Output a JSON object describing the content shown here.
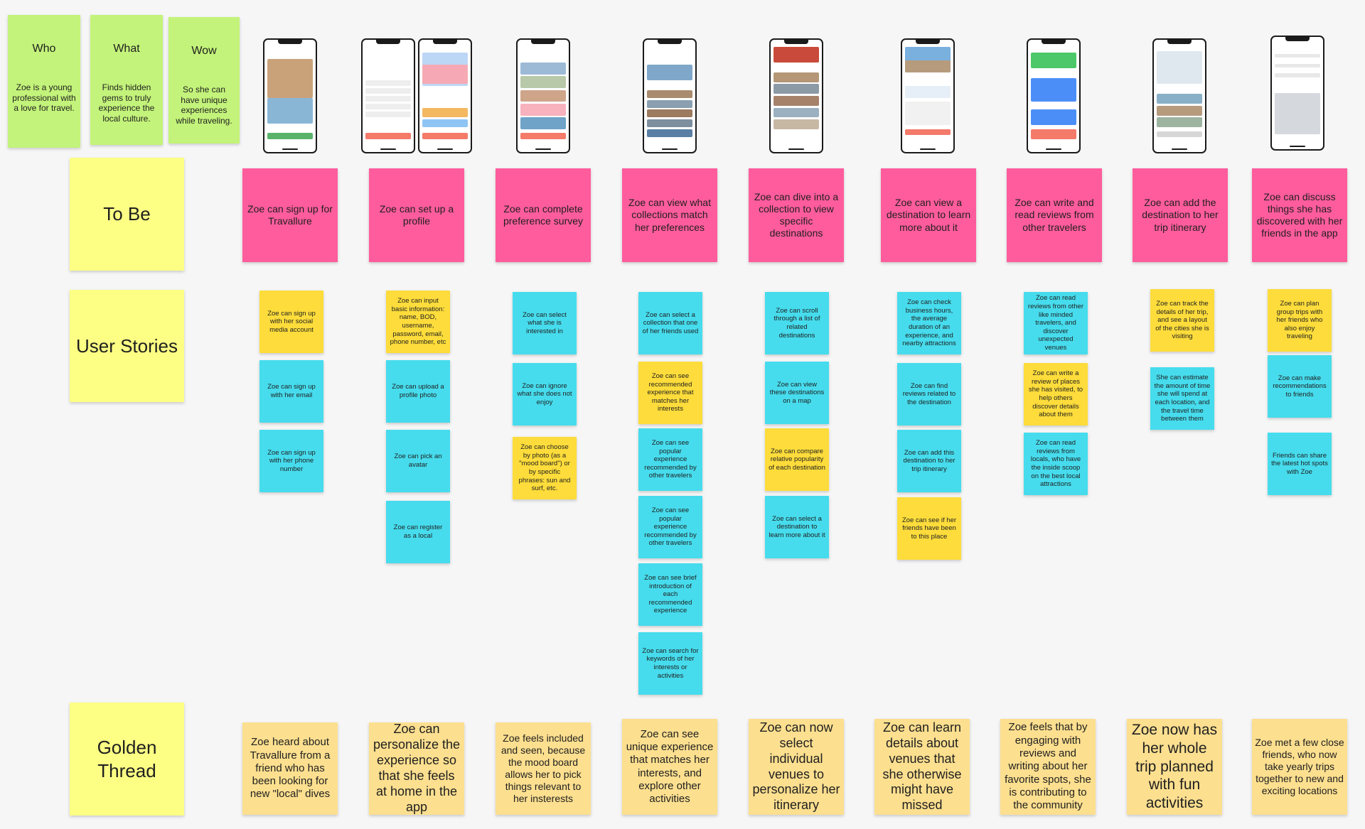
{
  "header": {
    "who": {
      "title": "Who",
      "body": "Zoe is a young professional with a love for travel."
    },
    "what": {
      "title": "What",
      "body": "Finds hidden gems to truly experience the local culture."
    },
    "wow": {
      "title": "Wow",
      "body": "So she can have unique experiences while traveling."
    }
  },
  "row_labels": {
    "to_be": "To Be",
    "user_stories": "User Stories",
    "golden_thread": "Golden Thread"
  },
  "colors": {
    "header_note": "#c3f37a",
    "row_label_note": "#fcff84",
    "to_be_note": "#ff5c9d",
    "story_yellow": "#fddc3b",
    "story_cyan": "#46dced",
    "golden_note": "#fcdf8f"
  },
  "columns": [
    {
      "to_be": "Zoe can sign up for Travallure",
      "stories": [
        {
          "text": "Zoe can sign up with her social media account",
          "color": "yellow"
        },
        {
          "text": "Zoe can sign up with her email",
          "color": "cyan"
        },
        {
          "text": "Zoe can sign up with her phone number",
          "color": "cyan"
        }
      ],
      "golden": "Zoe heard about Travallure from a friend who has been looking for new \"local\" dives"
    },
    {
      "to_be": "Zoe can set up a profile",
      "stories": [
        {
          "text": "Zoe can input basic information: name, BOD, username, password, email, phone number, etc",
          "color": "yellow"
        },
        {
          "text": "Zoe can upload a profile photo",
          "color": "cyan"
        },
        {
          "text": "Zoe can pick an avatar",
          "color": "cyan"
        },
        {
          "text": "Zoe can register as a local",
          "color": "cyan"
        }
      ],
      "golden": "Zoe can personalize the experience so that she feels at home in the app"
    },
    {
      "to_be": "Zoe can complete preference survey",
      "stories": [
        {
          "text": "Zoe can select what she is interested in",
          "color": "cyan"
        },
        {
          "text": "Zoe can ignore what she does not enjoy",
          "color": "cyan"
        },
        {
          "text": "Zoe can choose by photo (as a \"mood board\") or by specific phrases: sun and surf, etc.",
          "color": "yellow"
        }
      ],
      "golden": "Zoe feels included and seen, because the mood board allows her to pick things relevant to her insterests"
    },
    {
      "to_be": "Zoe can view what collections match her preferences",
      "stories": [
        {
          "text": "Zoe can select a collection that one of her friends used",
          "color": "cyan"
        },
        {
          "text": "Zoe can see recommended experience that matches her interests",
          "color": "yellow"
        },
        {
          "text": "Zoe can see popular experience recommended by other travelers",
          "color": "cyan"
        },
        {
          "text": "Zoe can see popular experience recommended by other travelers",
          "color": "cyan"
        },
        {
          "text": "Zoe can see brief introduction of each recommended experience",
          "color": "cyan"
        },
        {
          "text": "Zoe can search for keywords of her interests or activities",
          "color": "cyan"
        }
      ],
      "golden": "Zoe can see unique experience that matches her interests, and explore other activities"
    },
    {
      "to_be": "Zoe can dive into a collection to view specific destinations",
      "stories": [
        {
          "text": "Zoe can scroll through a list of related destinations",
          "color": "cyan"
        },
        {
          "text": "Zoe can view these destinations on a map",
          "color": "cyan"
        },
        {
          "text": "Zoe can compare relative popularity of each destination",
          "color": "yellow"
        },
        {
          "text": "Zoe can select a destination to learn more about it",
          "color": "cyan"
        }
      ],
      "golden": "Zoe can now select individual venues to personalize her itinerary"
    },
    {
      "to_be": "Zoe can view a destination to learn more about it",
      "stories": [
        {
          "text": "Zoe can check business hours, the average duration of an experience, and nearby attractions",
          "color": "cyan"
        },
        {
          "text": "Zoe can find reviews related to the destination",
          "color": "cyan"
        },
        {
          "text": "Zoe can add this destination to her trip itinerary",
          "color": "cyan"
        },
        {
          "text": "Zoe can see if her friends have been to this place",
          "color": "yellow"
        }
      ],
      "golden": "Zoe can learn details about venues that she otherwise might have missed"
    },
    {
      "to_be": "Zoe can write and read reviews from other travelers",
      "stories": [
        {
          "text": "Zoe can read reviews from other like minded travelers, and discover unexpected venues",
          "color": "cyan"
        },
        {
          "text": "Zoe can write a review of places she has visited, to help others discover details about them",
          "color": "yellow"
        },
        {
          "text": "Zoe can read reviews from locals, who have the inside scoop on the best local attractions",
          "color": "cyan"
        }
      ],
      "golden": "Zoe feels that by engaging with reviews and writing about her favorite spots, she is contributing to the community"
    },
    {
      "to_be": "Zoe can add the destination to her trip itinerary",
      "stories": [
        {
          "text": "Zoe can track the details of her trip, and see a layout of the cities she is visiting",
          "color": "yellow"
        },
        {
          "text": "She can estimate the amount of time she will spend at each location, and the travel time between them",
          "color": "cyan"
        }
      ],
      "golden": "Zoe now has her whole trip planned with fun activities"
    },
    {
      "to_be": "Zoe can discuss things she has discovered with her friends in the app",
      "stories": [
        {
          "text": "Zoe can plan group trips with her friends who also enjoy traveling",
          "color": "yellow"
        },
        {
          "text": "Zoe can make recommendations to friends",
          "color": "cyan"
        },
        {
          "text": "Friends can share the latest hot spots with Zoe",
          "color": "cyan"
        }
      ],
      "golden": "Zoe met a few close friends, who now take yearly trips together to new and exciting locations"
    }
  ],
  "phones": [
    {
      "name": "phone-sign-up",
      "blocks": [
        [
          "#c9a27a",
          12,
          52
        ],
        [
          "#8ab6d6",
          52,
          78
        ],
        [
          "#ffffff",
          78,
          86
        ],
        [
          "#5ab36a",
          88,
          94
        ]
      ]
    },
    {
      "name": "phone-who-are-you",
      "blocks": [
        [
          "#ffffff",
          10,
          30
        ],
        [
          "#eeeeee",
          34,
          40
        ],
        [
          "#eeeeee",
          42,
          48
        ],
        [
          "#eeeeee",
          50,
          56
        ],
        [
          "#eeeeee",
          58,
          64
        ],
        [
          "#eeeeee",
          66,
          72
        ],
        [
          "#f47a6a",
          88,
          94
        ]
      ]
    },
    {
      "name": "phone-profile-picture",
      "blocks": [
        [
          "#bcd6f5",
          6,
          40
        ],
        [
          "#f6a9b4",
          18,
          38
        ],
        [
          "#ffffff",
          46,
          54
        ],
        [
          "#f4b860",
          62,
          72
        ],
        [
          "#8ec5f4",
          74,
          82
        ],
        [
          "#f47a6a",
          88,
          94
        ]
      ]
    },
    {
      "name": "phone-interests",
      "blocks": [
        [
          "#ffffff",
          6,
          14
        ],
        [
          "#9cbad6",
          16,
          28
        ],
        [
          "#b7c9a9",
          30,
          42
        ],
        [
          "#cfa58a",
          44,
          56
        ],
        [
          "#f7b2bd",
          58,
          70
        ],
        [
          "#6fa3c8",
          72,
          84
        ],
        [
          "#f47a6a",
          88,
          94
        ]
      ]
    },
    {
      "name": "phone-collections",
      "blocks": [
        [
          "#ffffff",
          6,
          14
        ],
        [
          "#7fa7c9",
          18,
          34
        ],
        [
          "#ffffff",
          36,
          42
        ],
        [
          "#a98c6e",
          44,
          52
        ],
        [
          "#8aa0b0",
          54,
          62
        ],
        [
          "#9c7a5f",
          64,
          72
        ],
        [
          "#7d8e9e",
          74,
          82
        ],
        [
          "#5a7fa5",
          84,
          92
        ]
      ]
    },
    {
      "name": "phone-collection-detail",
      "blocks": [
        [
          "#c94a3a",
          0,
          16
        ],
        [
          "#ffffff",
          16,
          24
        ],
        [
          "#b59777",
          26,
          36
        ],
        [
          "#8c9aa6",
          38,
          48
        ],
        [
          "#a6826b",
          50,
          60
        ],
        [
          "#9bb0c0",
          62,
          72
        ],
        [
          "#c7b8a4",
          74,
          84
        ]
      ]
    },
    {
      "name": "phone-destination",
      "blocks": [
        [
          "#7ab0de",
          0,
          26
        ],
        [
          "#b69b7d",
          14,
          26
        ],
        [
          "#ffffff",
          28,
          36
        ],
        [
          "#e6eef7",
          40,
          52
        ],
        [
          "#f1f1f1",
          56,
          80
        ],
        [
          "#f47a6a",
          84,
          90
        ]
      ]
    },
    {
      "name": "phone-reviews",
      "blocks": [
        [
          "#4cc76a",
          6,
          22
        ],
        [
          "#ffffff",
          22,
          30
        ],
        [
          "#4c8ef7",
          32,
          56
        ],
        [
          "#ffffff",
          58,
          62
        ],
        [
          "#4c8ef7",
          64,
          80
        ],
        [
          "#f47a6a",
          84,
          94
        ]
      ]
    },
    {
      "name": "phone-itinerary",
      "blocks": [
        [
          "#dfe8ef",
          4,
          38
        ],
        [
          "#ffffff",
          40,
          46
        ],
        [
          "#8ab0c8",
          48,
          58
        ],
        [
          "#b69b7d",
          60,
          70
        ],
        [
          "#9cb4a0",
          72,
          82
        ],
        [
          "#d7d7d7",
          86,
          92
        ]
      ]
    },
    {
      "name": "phone-chat",
      "blocks": [
        [
          "#ffffff",
          6,
          44
        ],
        [
          "#e8e8e8",
          10,
          14
        ],
        [
          "#e8e8e8",
          20,
          24
        ],
        [
          "#e8e8e8",
          30,
          34
        ],
        [
          "#d5d8dc",
          50,
          92
        ]
      ]
    }
  ]
}
